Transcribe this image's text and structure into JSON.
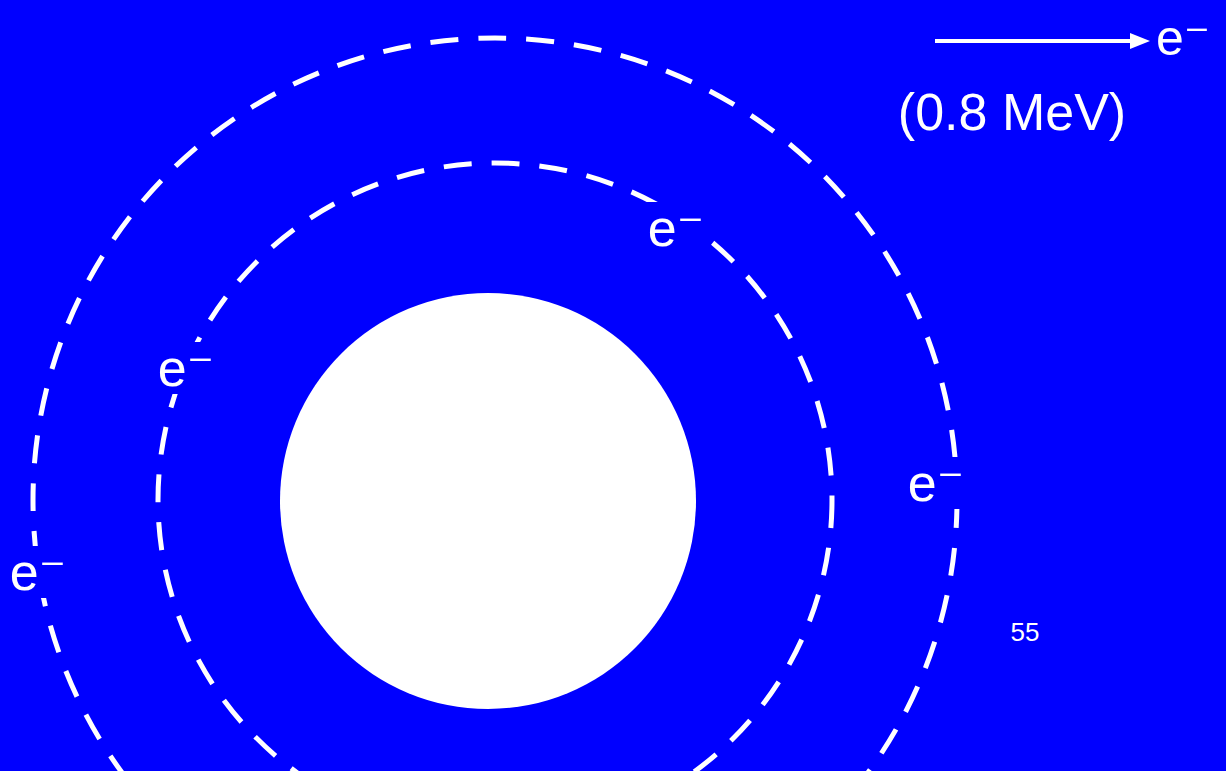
{
  "diagram": {
    "labels": [
      "e⁻",
      "(0.8 MeV)",
      "e⁻",
      "e⁻",
      "e⁻",
      "e⁻",
      "55"
    ]
  }
}
